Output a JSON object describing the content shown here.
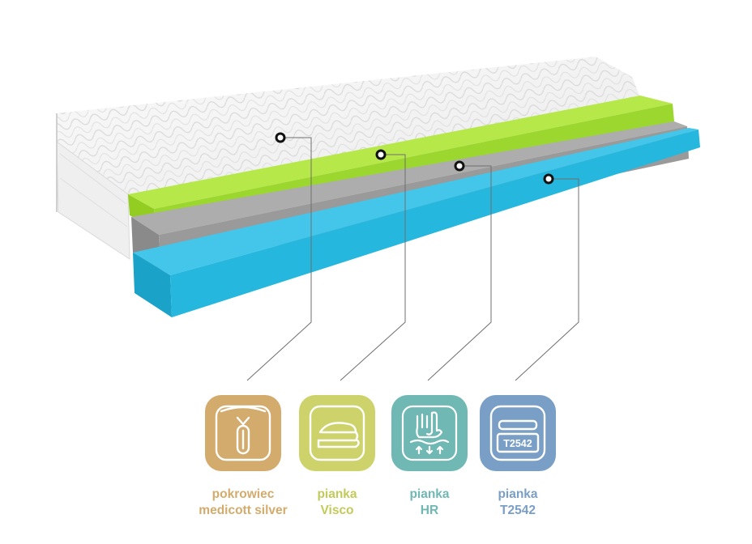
{
  "colors": {
    "cover": "#d3ab6c",
    "visco": "#cdd36a",
    "hr": "#70b8b3",
    "t2542": "#7a9fc6",
    "green_foam": "#9bd72f",
    "gray_foam": "#9a9a9a",
    "blue_foam": "#26b7de"
  },
  "layers": [
    {
      "id": "cover",
      "icon": "zipper-icon",
      "line1": "pokrowiec",
      "line2": "medicott silver"
    },
    {
      "id": "visco",
      "icon": "foam-layers-icon",
      "line1": "pianka",
      "line2": "Visco"
    },
    {
      "id": "hr",
      "icon": "hand-press-icon",
      "line1": "pianka",
      "line2": "HR"
    },
    {
      "id": "t2542",
      "icon": "foam-block-icon",
      "line1": "pianka",
      "line2": "T2542",
      "badge": "T2542"
    }
  ]
}
